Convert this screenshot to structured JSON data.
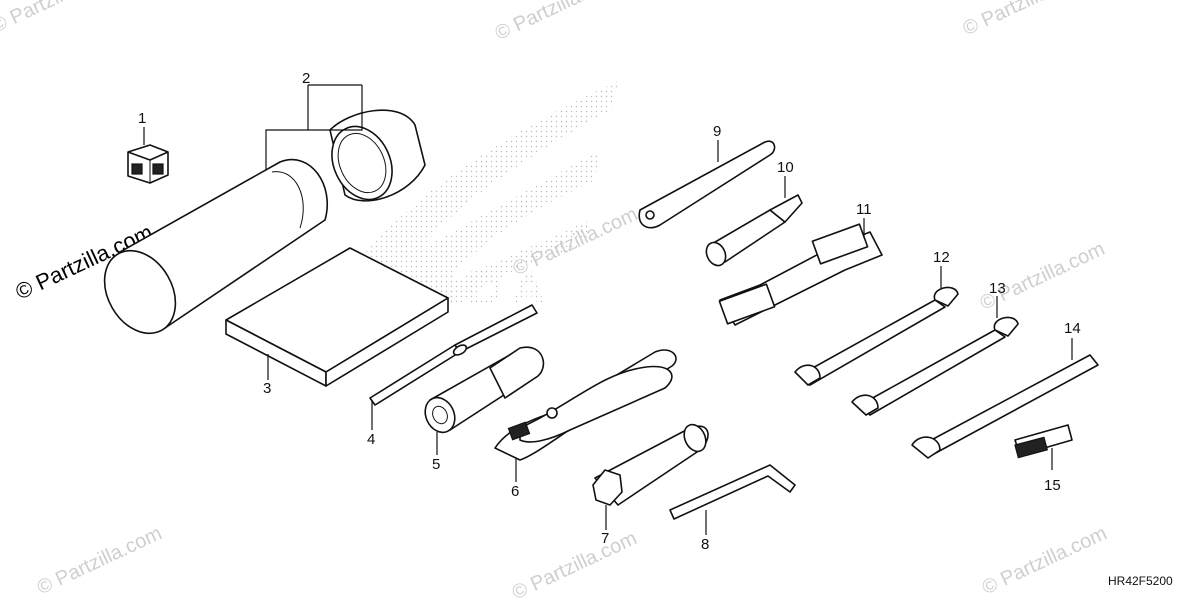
{
  "diagram": {
    "code": "HR42F5200",
    "watermark_main": "© Partzilla.com",
    "watermark_faint": "© Partzilla.com",
    "background_logo_text": "HONDA",
    "callouts": [
      "1",
      "2",
      "3",
      "4",
      "5",
      "6",
      "7",
      "8",
      "9",
      "10",
      "11",
      "12",
      "13",
      "14",
      "15"
    ]
  }
}
